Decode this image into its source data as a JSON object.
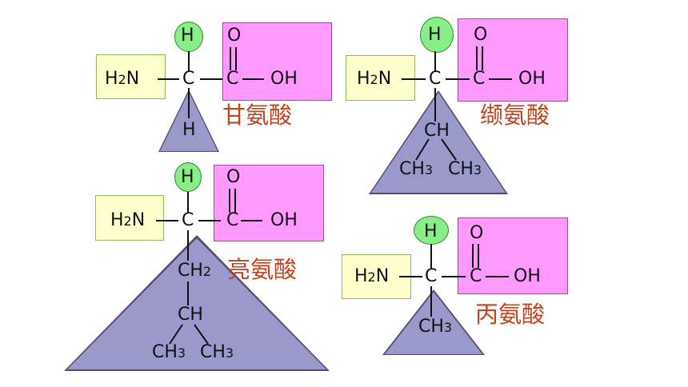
{
  "colors": {
    "amine_fill": "#ffffcc",
    "carboxyl_fill": "#ff99ff",
    "h_circle_fill": "#88ee88",
    "r_group_fill": "#9999cc",
    "name_text": "#c0441e"
  },
  "molecules": [
    {
      "name": "甘氨酸",
      "amine": "H2N",
      "h_top": "H",
      "carbon": "C",
      "carbonyl_c": "C",
      "carbonyl_o": "O",
      "hydroxyl": "OH",
      "r_group": [
        "H"
      ]
    },
    {
      "name": "缬氨酸",
      "amine": "H2N",
      "h_top": "H",
      "carbon": "C",
      "carbonyl_c": "C",
      "carbonyl_o": "O",
      "hydroxyl": "OH",
      "r_group": [
        "CH",
        "CH3",
        "CH3"
      ]
    },
    {
      "name": "亮氨酸",
      "amine": "H2N",
      "h_top": "H",
      "carbon": "C",
      "carbonyl_c": "C",
      "carbonyl_o": "O",
      "hydroxyl": "OH",
      "r_group": [
        "CH2",
        "CH",
        "CH3",
        "CH3"
      ]
    },
    {
      "name": "丙氨酸",
      "amine": "H2N",
      "h_top": "H",
      "carbon": "C",
      "carbonyl_c": "C",
      "carbonyl_o": "O",
      "hydroxyl": "OH",
      "r_group": [
        "CH3"
      ]
    }
  ]
}
